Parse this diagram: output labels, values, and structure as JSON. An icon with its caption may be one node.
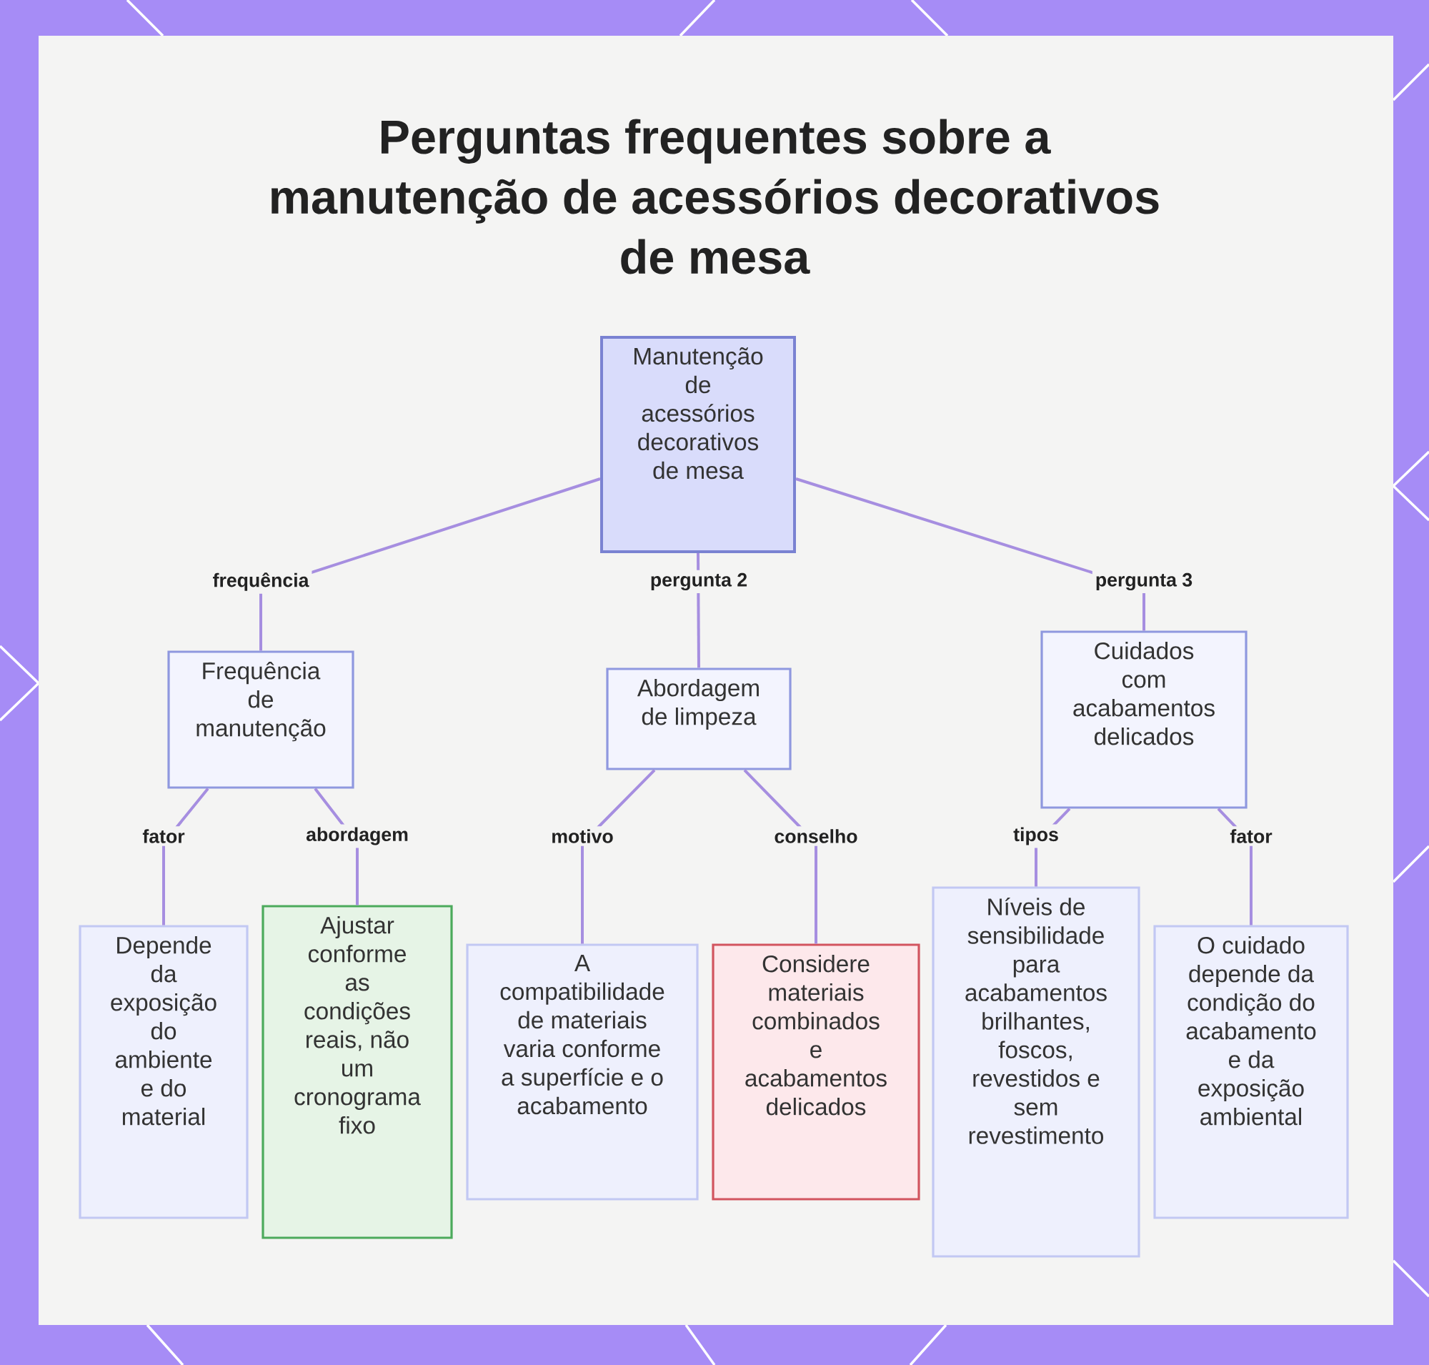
{
  "diagram": {
    "title": "Perguntas frequentes sobre a manutenção de acessórios decorativos de mesa",
    "nodes": [
      {
        "text": [
          "Manutenção de acessórios decorativos de mesa"
        ]
      },
      {
        "text": [
          "Frequência de manutenção"
        ]
      },
      {
        "text": [
          "Abordagem de limpeza"
        ]
      },
      {
        "text": [
          "Cuidados com acabamentos delicados"
        ]
      },
      {
        "text": [
          "Depende da exposição do ambiente e do material"
        ]
      },
      {
        "text": [
          "Ajustar conforme as condições reais, não um cronograma fixo"
        ]
      },
      {
        "text": [
          "A compatibilidade de materiais varia conforme a superfície e o acabamento"
        ]
      },
      {
        "text": [
          "Considere materiais combinados e acabamentos delicados"
        ]
      },
      {
        "text": [
          "Níveis de sensibilidade para acabamentos brilhantes, foscos, revestidos e sem revestimento"
        ]
      },
      {
        "text": [
          "O cuidado depende da condição do acabamento e da exposição ambiental"
        ]
      }
    ],
    "edges": [
      {
        "from": 0,
        "to": 1,
        "arrow": "none",
        "label": "frequência"
      },
      {
        "from": 0,
        "to": 2,
        "arrow": "none",
        "label": "pergunta 2"
      },
      {
        "from": 0,
        "to": 3,
        "arrow": "none",
        "label": "pergunta 3"
      },
      {
        "from": 1,
        "to": 4,
        "arrow": "none",
        "label": "fator"
      },
      {
        "from": 1,
        "to": 5,
        "arrow": "none",
        "label": "abordagem"
      },
      {
        "from": 2,
        "to": 6,
        "arrow": "none",
        "label": "motivo"
      },
      {
        "from": 2,
        "to": 7,
        "arrow": "none",
        "label": "conselho"
      },
      {
        "from": 3,
        "to": 8,
        "arrow": "none",
        "label": "tipos"
      },
      {
        "from": 3,
        "to": 9,
        "arrow": "none",
        "label": "fator"
      }
    ]
  }
}
